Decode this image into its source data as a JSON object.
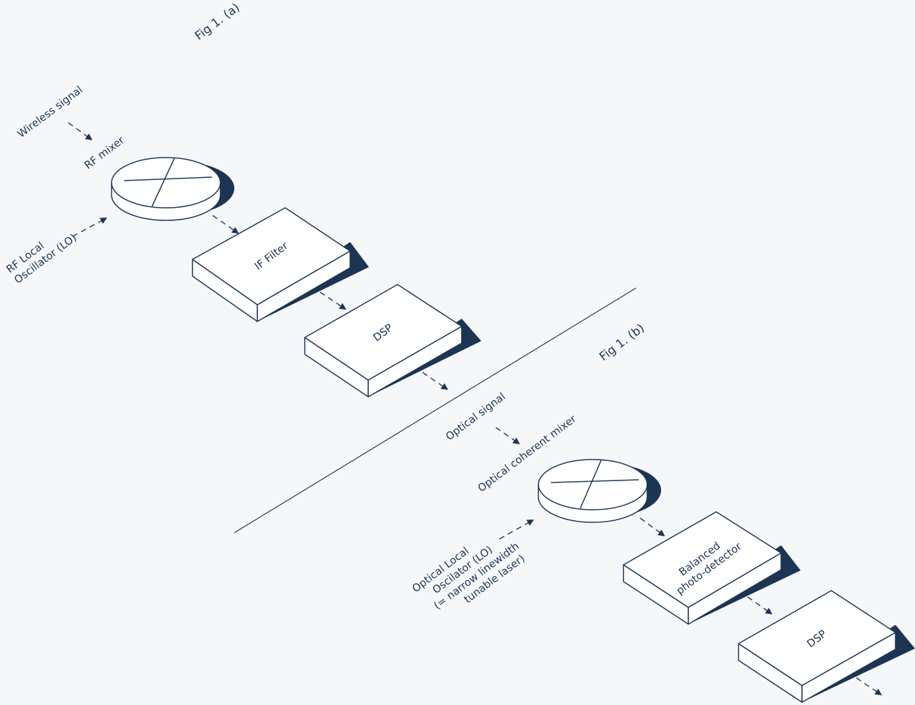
{
  "figures": [
    {
      "id": "a",
      "title": "Fig 1. (a)"
    },
    {
      "id": "b",
      "title": "Fig 1. (b)"
    }
  ],
  "nodes": {
    "rf_mixer": "RF mixer",
    "if_filter": "IF Filter",
    "dsp_a": "DSP",
    "optical_mixer": "Optical coherent mixer",
    "photodetector": [
      "Balanced",
      "photo-detector"
    ],
    "dsp_b": "DSP"
  },
  "inputs": {
    "wireless_signal": "Wireless signal",
    "rf_lo": [
      "RF Local",
      "Oscillator (LO)"
    ],
    "optical_signal": "Optical signal",
    "optical_lo": [
      "Optical Local",
      "Oscilator (LO)",
      "(= narrow linewidth",
      "tunable laser)"
    ]
  },
  "colors": {
    "ink": "#1d3554",
    "background": "#f5f7f9",
    "box": "#ffffff"
  }
}
